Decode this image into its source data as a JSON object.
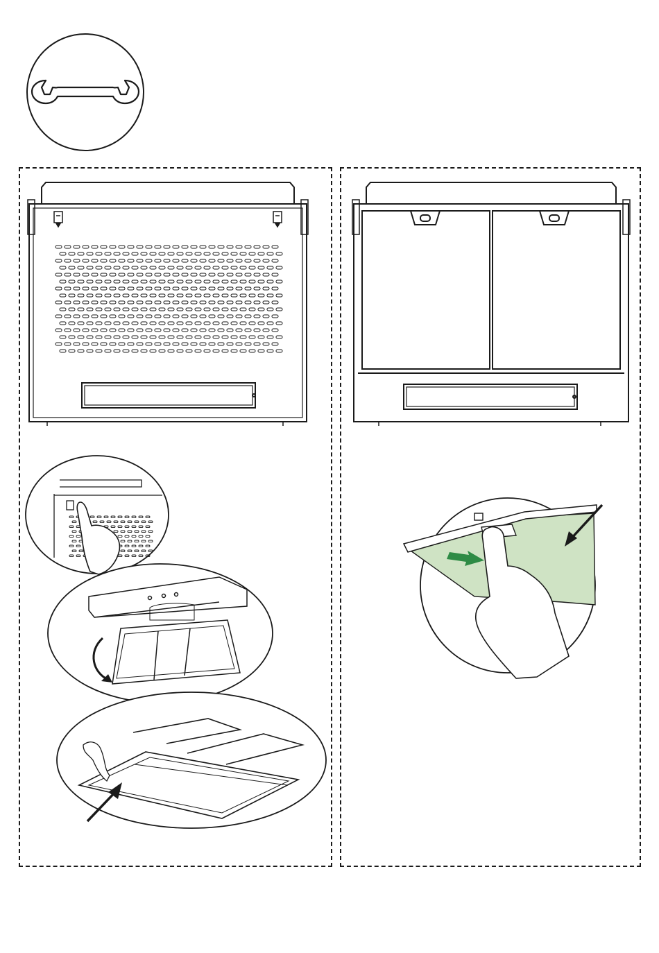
{
  "page": {
    "icon": "wrench-icon",
    "panels": [
      {
        "id": "left",
        "variant": "perforated-grille-hood",
        "steps": [
          "press-latch-detail",
          "swing-down-filter-frame",
          "peel-filter-from-frame"
        ]
      },
      {
        "id": "right",
        "variant": "charcoal-filter-hood",
        "steps": [
          "press-tab-release-filter"
        ]
      }
    ]
  },
  "colors": {
    "line": "#1a1a1a",
    "filter_fill": "#cfe3c4",
    "arrow_green": "#2e8b45",
    "background": "#ffffff"
  }
}
